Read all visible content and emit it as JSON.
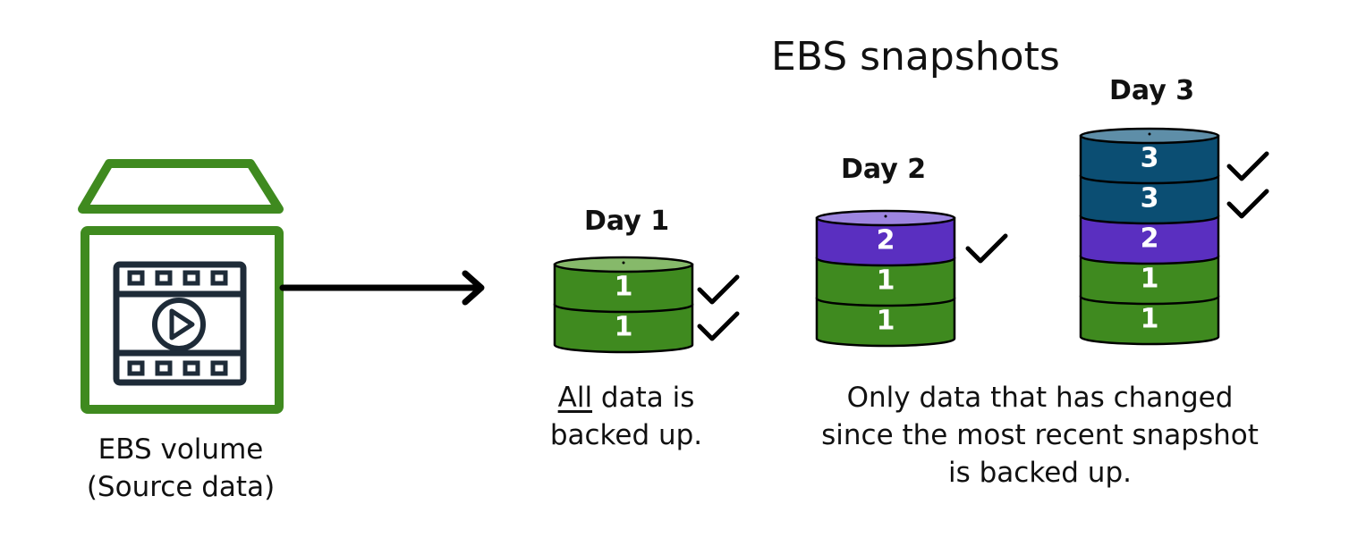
{
  "title": "EBS snapshots",
  "source": {
    "label_line1": "EBS volume",
    "label_line2": "(Source data)",
    "icon": "video-file-icon",
    "color": "#3f8a1f"
  },
  "days": [
    {
      "label": "Day 1",
      "layers": [
        "1",
        "1"
      ],
      "checks": 2
    },
    {
      "label": "Day 2",
      "layers": [
        "2",
        "1",
        "1"
      ],
      "checks": 1
    },
    {
      "label": "Day 3",
      "layers": [
        "3",
        "3",
        "2",
        "1",
        "1"
      ],
      "checks": 2
    }
  ],
  "captions": {
    "day1": {
      "emphasis": "All",
      "line1_rest": " data is",
      "line2": "backed up."
    },
    "incremental": {
      "line1": "Only data that has changed",
      "line2": "since the most recent snapshot",
      "line3": "is backed up."
    }
  },
  "colors": {
    "green": "#3f8a1f",
    "purple": "#5a2fc0",
    "navy": "#0b4e73",
    "arrow": "#000000"
  }
}
